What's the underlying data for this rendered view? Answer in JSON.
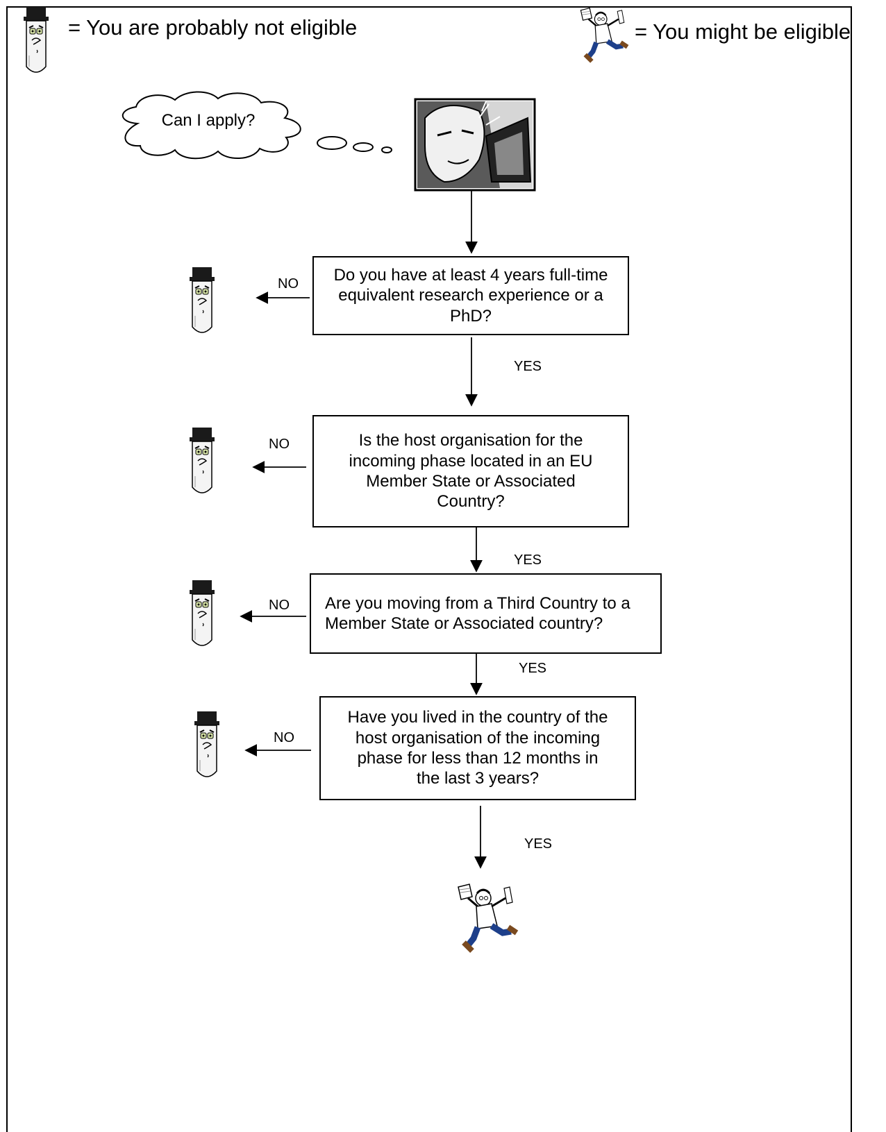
{
  "legend": {
    "not_eligible": "= You are probably not eligible",
    "eligible": "= You might be eligible",
    "not_eligible_icon": "test-tube-character-icon",
    "eligible_icon": "running-scientist-icon"
  },
  "start": {
    "thought": "Can I apply?",
    "image_icon": "woman-at-computer-icon"
  },
  "questions": [
    {
      "text": "Do you have at least 4 years full-time equivalent research experience or a PhD?",
      "no_label": "NO",
      "yes_label": "YES"
    },
    {
      "text": "Is the host organisation for the incoming phase located in an EU Member State or Associated Country?",
      "no_label": "NO",
      "yes_label": "YES"
    },
    {
      "text": "Are you moving from a Third Country to a Member State or Associated country?",
      "no_label": "NO",
      "yes_label": "YES"
    },
    {
      "text": "Have you lived in the country of the host organisation of the incoming phase for less than 12 months in the last 3 years?",
      "no_label": "NO",
      "yes_label": "YES"
    }
  ],
  "colors": {
    "line": "#000000",
    "tube_cap": "#1a1a1a",
    "coat": "#ffffff",
    "trousers": "#1d3f8a",
    "shoes": "#7a4a1f"
  }
}
